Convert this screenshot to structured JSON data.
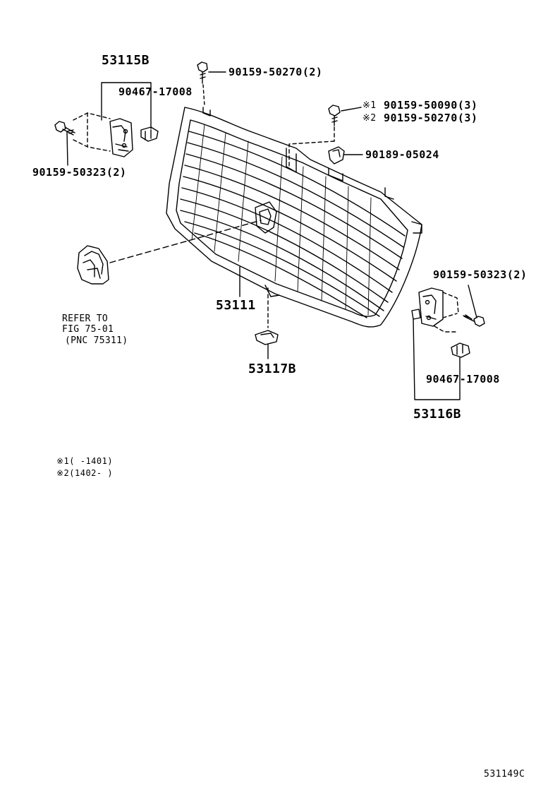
{
  "labels": {
    "p53115B": "53115B",
    "p90467_l": "90467-17008",
    "p90159_50323_l": "90159-50323(2)",
    "p90159_50270_top": "90159-50270(2)",
    "p90159_50090": "90159-50090(3)",
    "p90159_50270_alt": "90159-50270(3)",
    "p90189": "90189-05024",
    "p90159_50323_r": "90159-50323(2)",
    "p90467_r": "90467-17008",
    "p53116B": "53116B",
    "p53111": "53111",
    "p53117B": "53117B",
    "refer_1": "REFER TO",
    "refer_2": "FIG 75-01",
    "refer_3": "(PNC 75311)"
  },
  "marks": {
    "m1": "※1",
    "m2": "※2"
  },
  "notes": {
    "note1": "※1(    -1401)",
    "note2": "※2(1402-    )"
  },
  "illustration_id": "531149C"
}
